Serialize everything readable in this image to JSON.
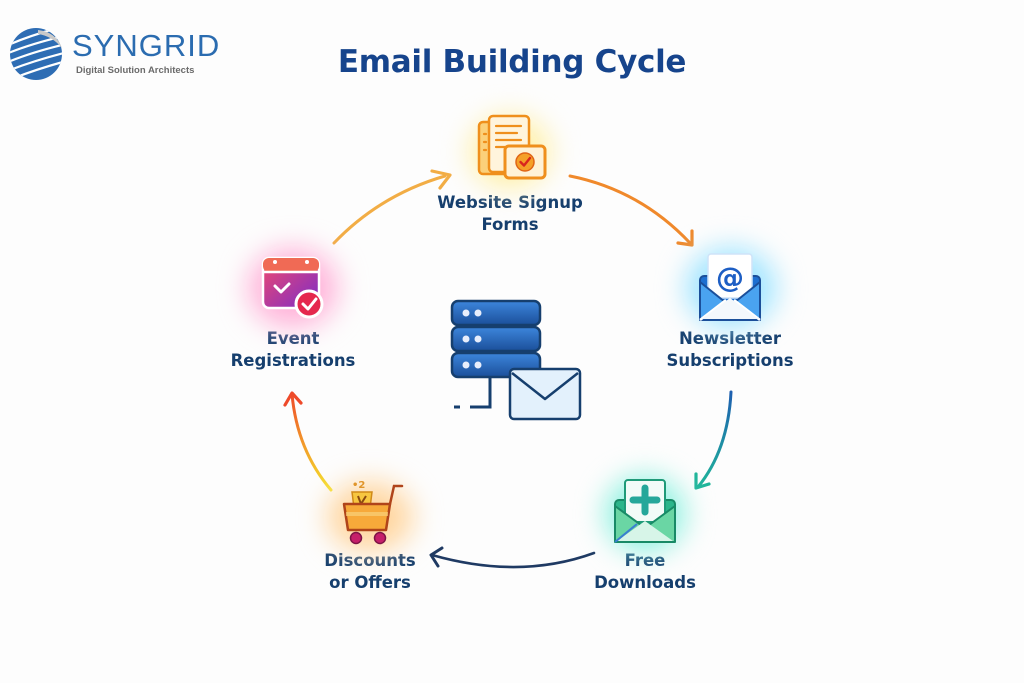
{
  "brand": {
    "name": "SYNGRID",
    "tagline": "Digital Solution Architects",
    "color": "#2b6cb0"
  },
  "title": "Email Building Cycle",
  "center_icon": "database-server-with-envelope-icon",
  "cycle": [
    {
      "id": "website-signup-forms",
      "line1": "Website Signup",
      "line2": "Forms",
      "icon": "signup-form-checkmark-icon",
      "accent": "#f39c1f"
    },
    {
      "id": "newsletter-subscriptions",
      "line1": "Newsletter",
      "line2": "Subscriptions",
      "icon": "envelope-at-sign-icon",
      "accent": "#2a9df4"
    },
    {
      "id": "free-downloads",
      "line1": "Free",
      "line2": "Downloads",
      "icon": "envelope-plus-icon",
      "accent": "#1fbfa8"
    },
    {
      "id": "discounts-or-offers",
      "line1": "Discounts",
      "line2": "or Offers",
      "icon": "shopping-cart-icon",
      "accent": "#f7a41d"
    },
    {
      "id": "event-registrations",
      "line1": "Event",
      "line2": "Registrations",
      "icon": "calendar-check-icon",
      "accent": "#e0317a"
    }
  ],
  "cart_badge": "•2",
  "arrow_colors": {
    "signup_to_newsletter": "#f08a2a",
    "newsletter_to_downloads": "#1e7fb8",
    "downloads_to_discounts": "#1f3a63",
    "discounts_to_event": "#f2c21b",
    "event_to_signup": "#f2a93b"
  }
}
